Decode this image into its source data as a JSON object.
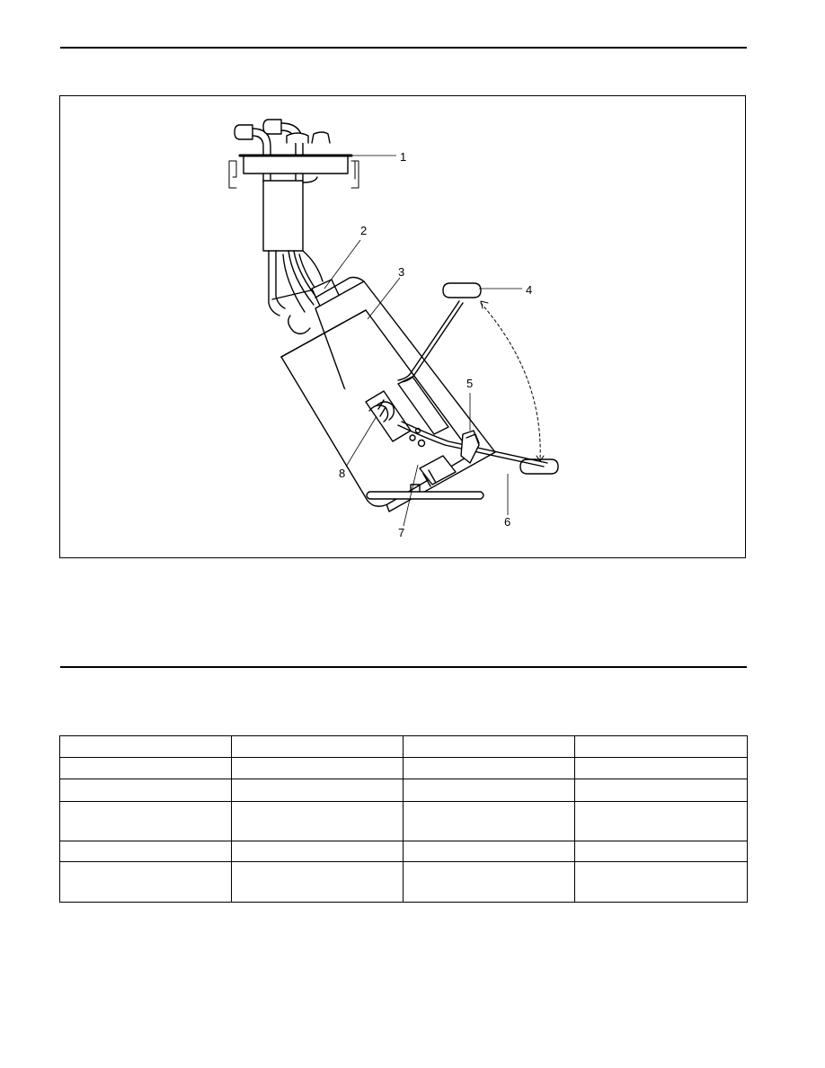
{
  "figure": {
    "callouts": [
      {
        "id": "1",
        "label": "1"
      },
      {
        "id": "2",
        "label": "2"
      },
      {
        "id": "3",
        "label": "3"
      },
      {
        "id": "4",
        "label": "4"
      },
      {
        "id": "5",
        "label": "5"
      },
      {
        "id": "6",
        "label": "6"
      },
      {
        "id": "7",
        "label": "7"
      },
      {
        "id": "8",
        "label": "8"
      }
    ]
  },
  "table": {
    "rows": [
      [
        "",
        "",
        "",
        ""
      ],
      [
        "",
        "",
        "",
        ""
      ],
      [
        "",
        "",
        "",
        ""
      ],
      [
        "",
        "",
        "",
        ""
      ],
      [
        "",
        "",
        "",
        ""
      ],
      [
        "",
        "",
        "",
        ""
      ]
    ]
  }
}
